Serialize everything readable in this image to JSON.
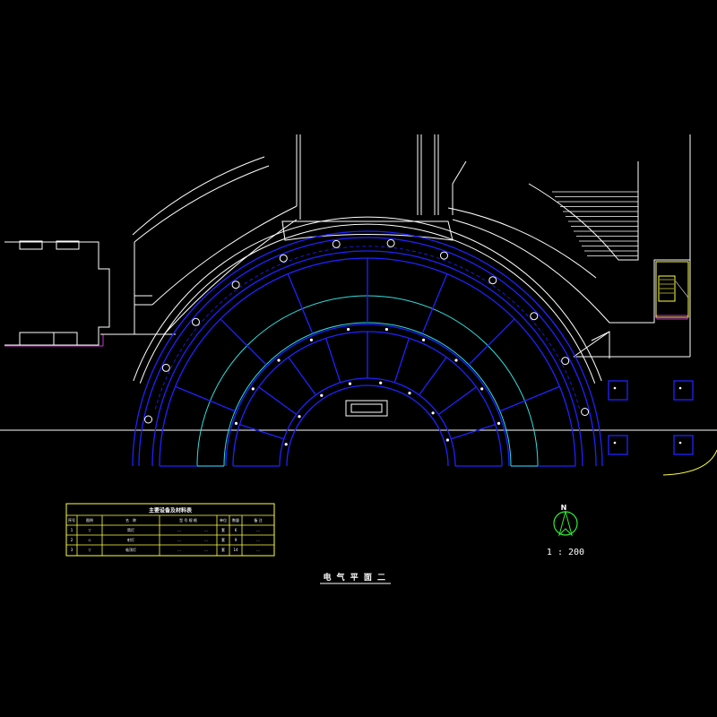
{
  "colors": {
    "background": "#000000",
    "white_line": "#ffffff",
    "blue_line": "#1f22ff",
    "blue_deep": "#1111cc",
    "cyan_line": "#33dddd",
    "yellow_line": "#ffff44",
    "magenta_line": "#cc33cc",
    "green_arrow": "#33ee33"
  },
  "drawing_title": "电 气 平 面 二",
  "north_arrow": {
    "label": "N",
    "scale": "1 : 200",
    "icon": "north-arrow-icon"
  },
  "legend_table": {
    "title": "主要设备及材料表",
    "headers": [
      "序号",
      "图例",
      "名　称",
      "型 号 规 格",
      "单位",
      "数量",
      "备 注"
    ],
    "rows": [
      {
        "no": "1",
        "symbol": "▽",
        "name": "筒灯",
        "spec": "...",
        "power": "...",
        "unit": "套",
        "qty": "6",
        "note": "..."
      },
      {
        "no": "2",
        "symbol": "◇",
        "name": "射灯",
        "spec": "...",
        "power": "...",
        "unit": "套",
        "qty": "9",
        "note": "..."
      },
      {
        "no": "3",
        "symbol": "▽",
        "name": "吸顶灯",
        "spec": "...",
        "power": "...",
        "unit": "套",
        "qty": "14",
        "note": "..."
      }
    ]
  }
}
